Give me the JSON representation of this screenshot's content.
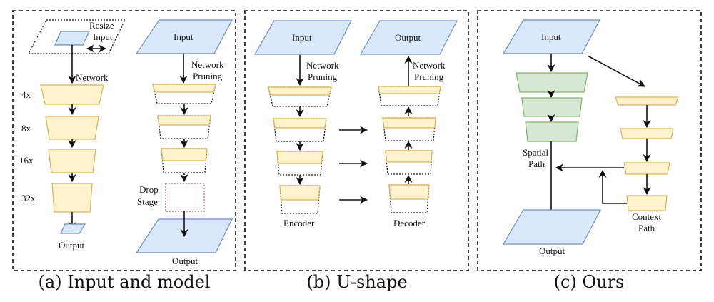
{
  "figure": {
    "colors": {
      "input_fill": "#dae8fc",
      "input_stroke": "#6c8ebf",
      "stage_fill": "#fff2cc",
      "stage_stroke": "#d6b656",
      "spatial_fill": "#d5e8d4",
      "spatial_stroke": "#82b366",
      "drop_stroke": "#b85450"
    },
    "panel_a": {
      "caption": "(a) Input and model",
      "resize_label_line1": "Resize",
      "resize_label_line2": "Input",
      "network_label": "Network",
      "scale_labels": [
        "4x",
        "8x",
        "16x",
        "32x"
      ],
      "left_output": "Output",
      "right_input": "Input",
      "pruning_line1": "Network",
      "pruning_line2": "Pruning",
      "drop_line1": "Drop",
      "drop_line2": "Stage",
      "right_output": "Output"
    },
    "panel_b": {
      "caption": "(b) U-shape",
      "input": "Input",
      "output": "Output",
      "enc_pruning_line1": "Network",
      "enc_pruning_line2": "Pruning",
      "dec_pruning_line1": "Network",
      "dec_pruning_line2": "Pruning",
      "encoder": "Encoder",
      "decoder": "Decoder"
    },
    "panel_c": {
      "caption": "(c) Ours",
      "input": "Input",
      "spatial_line1": "Spatial",
      "spatial_line2": "Path",
      "context_line1": "Context",
      "context_line2": "Path",
      "output": "Output"
    }
  }
}
